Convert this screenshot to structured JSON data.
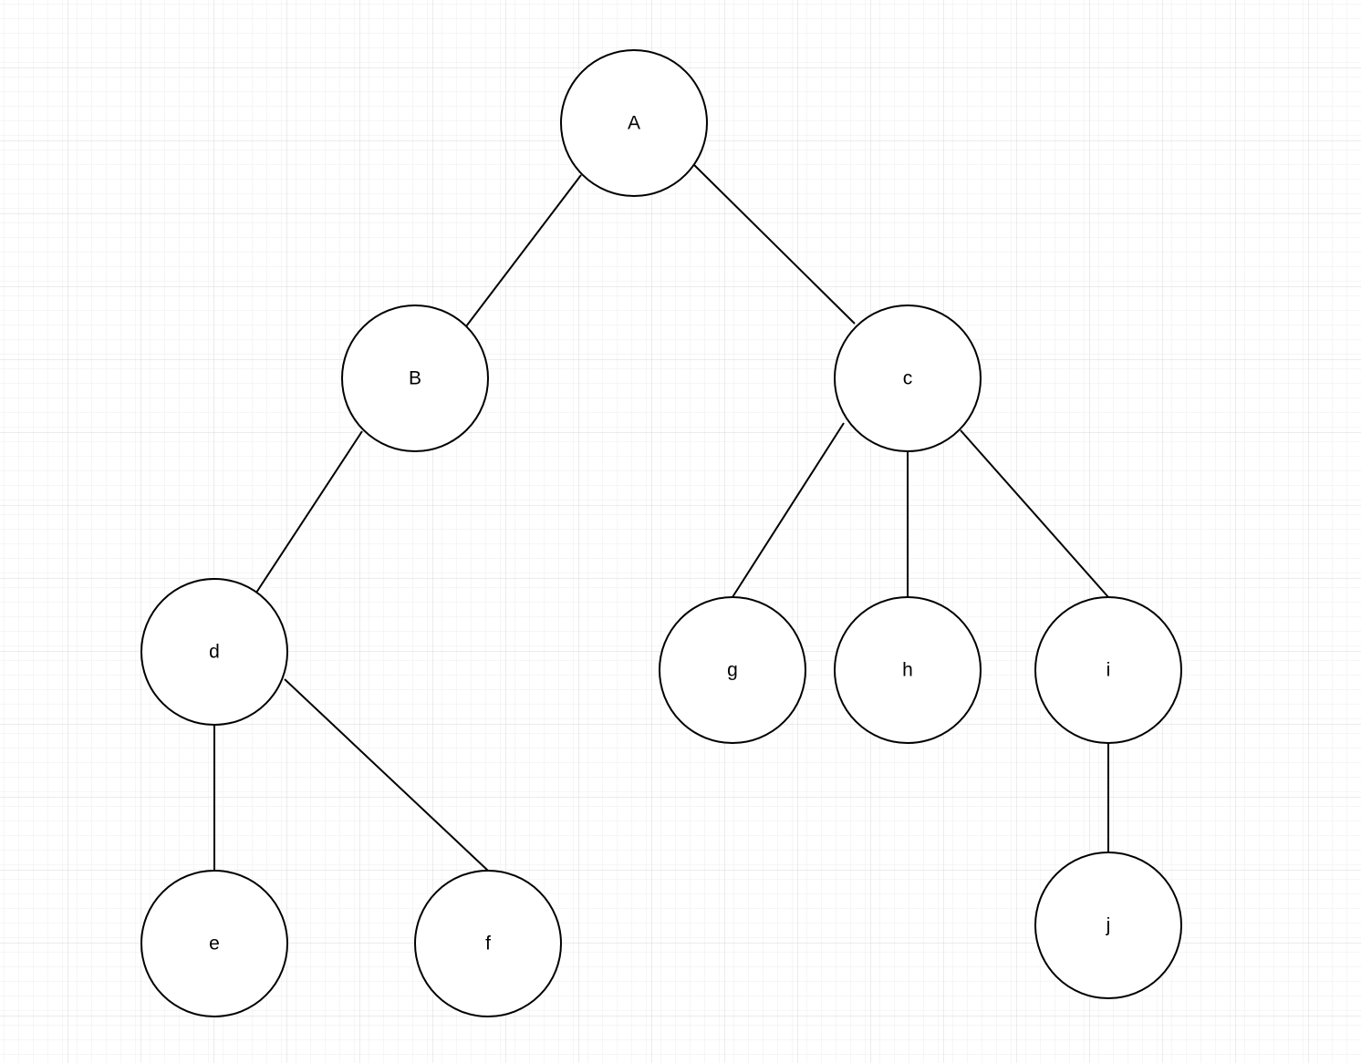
{
  "colors": {
    "background": "#ffffff",
    "grid_minor": "#eeeeee",
    "grid_major": "#d8d8d8",
    "node_fill": "#ffffff",
    "node_stroke": "#000000",
    "edge_stroke": "#000000",
    "label": "#000000"
  },
  "diagram": {
    "nodes": [
      {
        "id": "A",
        "label": "A"
      },
      {
        "id": "B",
        "label": "B"
      },
      {
        "id": "c",
        "label": "c"
      },
      {
        "id": "d",
        "label": "d"
      },
      {
        "id": "e",
        "label": "e"
      },
      {
        "id": "f",
        "label": "f"
      },
      {
        "id": "g",
        "label": "g"
      },
      {
        "id": "h",
        "label": "h"
      },
      {
        "id": "i",
        "label": "i"
      },
      {
        "id": "j",
        "label": "j"
      }
    ],
    "edges": [
      {
        "from": "A",
        "to": "B"
      },
      {
        "from": "A",
        "to": "c"
      },
      {
        "from": "B",
        "to": "d"
      },
      {
        "from": "d",
        "to": "e"
      },
      {
        "from": "d",
        "to": "f"
      },
      {
        "from": "c",
        "to": "g"
      },
      {
        "from": "c",
        "to": "h"
      },
      {
        "from": "c",
        "to": "i"
      },
      {
        "from": "i",
        "to": "j"
      }
    ]
  }
}
